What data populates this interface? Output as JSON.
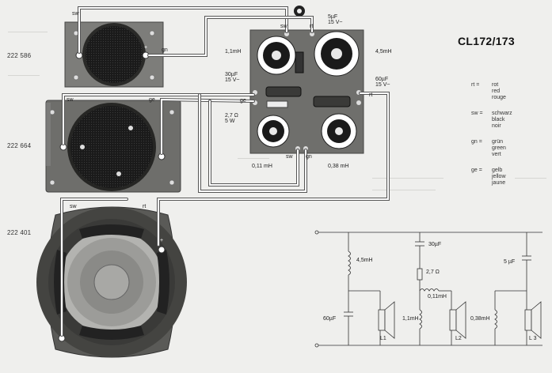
{
  "title": "CL172/173",
  "part_numbers": [
    "222 586",
    "222 664",
    "222 401"
  ],
  "wire_labels": {
    "tweeter_sw": "sw",
    "tweeter_gn": "gn",
    "mid_sw": "sw",
    "mid_ge": "ge",
    "woofer_sw": "sw",
    "woofer_rt": "rt",
    "board_sw_top": "sw",
    "board_rt_top": "rt",
    "board_ge": "ge",
    "board_rt_right": "rt",
    "board_sw_bottom": "sw",
    "board_gn_bottom": "gn"
  },
  "board_labels": {
    "cap5": [
      "5µF",
      "15 V~"
    ],
    "l45": "4,5mH",
    "l11": "1,1mH",
    "cap30": [
      "30µF",
      "15 V~"
    ],
    "cap60": [
      "60µF",
      "15 V~"
    ],
    "res27": [
      "2,7 Ω",
      "5 W"
    ],
    "l011": "0,11 mH",
    "l038": "0,38 mH"
  },
  "legend": [
    {
      "key": "rt =",
      "values": [
        "rot",
        "red",
        "rouge"
      ]
    },
    {
      "key": "sw =",
      "values": [
        "schwarz",
        "black",
        "noir"
      ]
    },
    {
      "key": "gn =",
      "values": [
        "grün",
        "green",
        "vert"
      ]
    },
    {
      "key": "ge =",
      "values": [
        "gelb",
        "jellow",
        "jaune"
      ]
    }
  ],
  "schematic": {
    "l1_ind": "4,5mH",
    "l1_cap": "60µF",
    "l1_name": "L1",
    "l2_cap": "30µF",
    "l2_res": "2,7 Ω",
    "l2_ind_series": "0,11mH",
    "l2_ind_shunt": "1,1mH",
    "l2_name": "L2",
    "l3_cap": "5 µF",
    "l3_ind": "0,38mH",
    "l3_name": "L 3"
  }
}
